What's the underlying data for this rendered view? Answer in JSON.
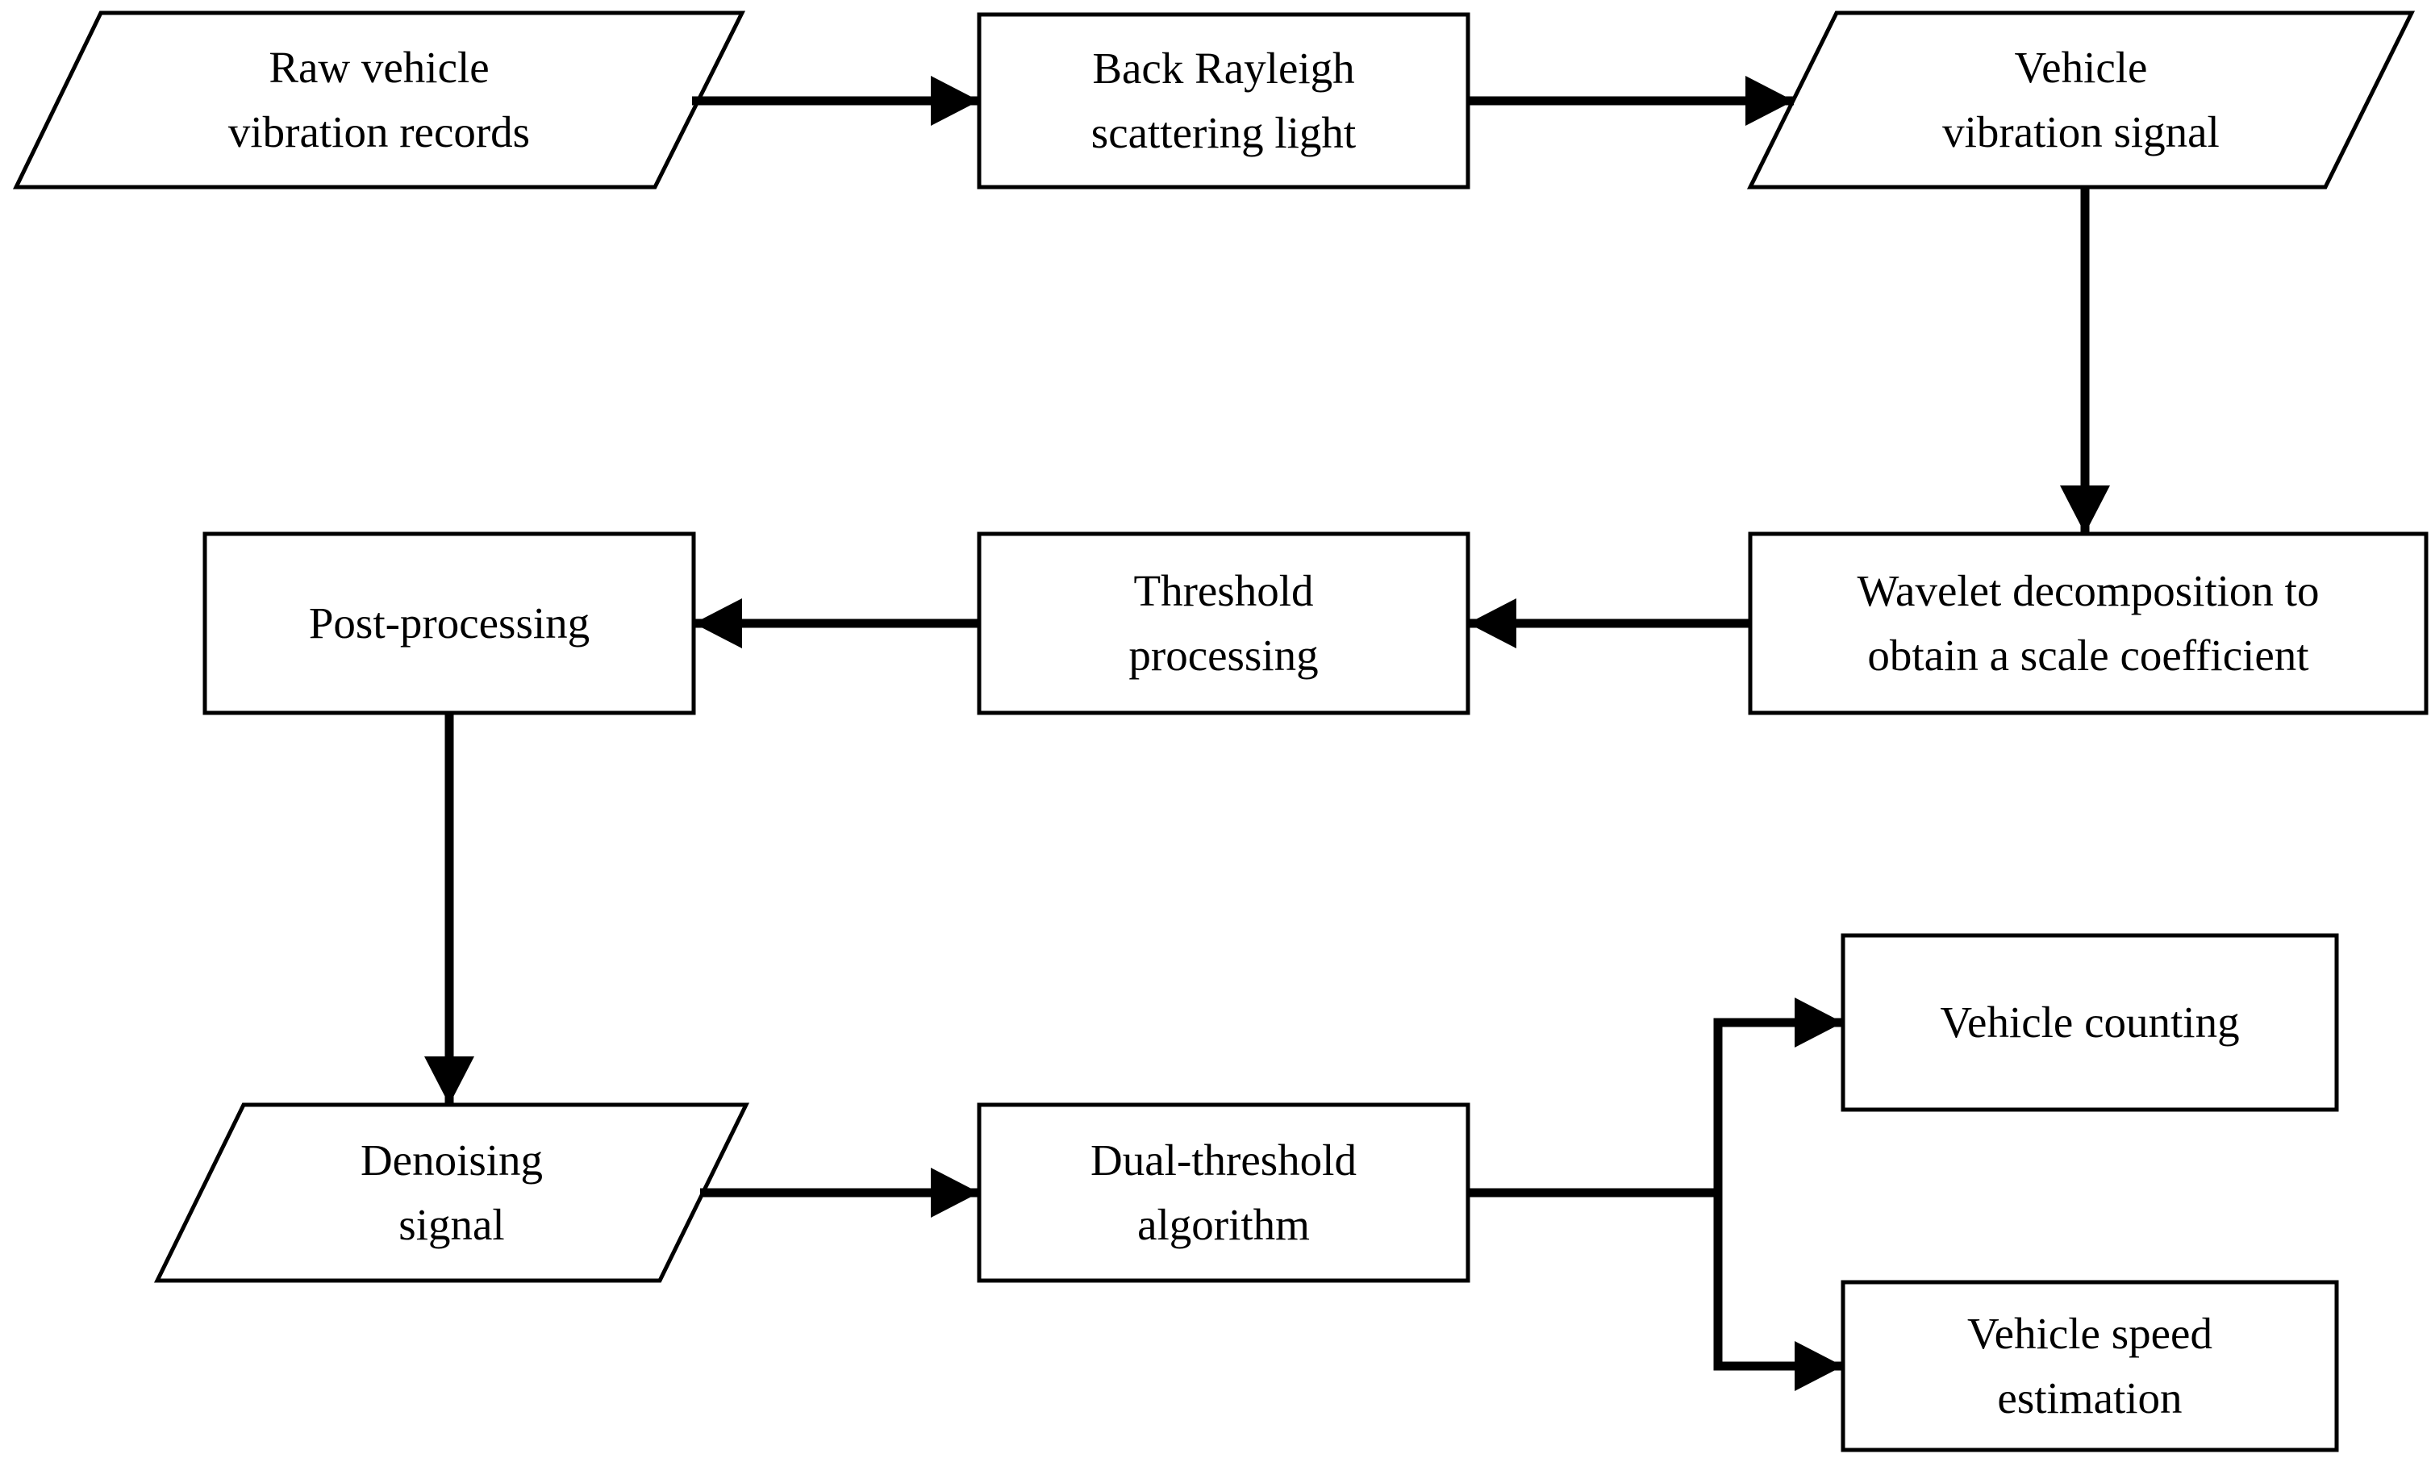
{
  "diagram": {
    "type": "flowchart",
    "colors": {
      "background": "#ffffff",
      "stroke": "#000000",
      "text": "#000000"
    },
    "nodes": {
      "raw_records": {
        "label": "Raw vehicle\nvibration records",
        "shape": "parallelogram"
      },
      "back_rayleigh": {
        "label": "Back Rayleigh\nscattering light",
        "shape": "rectangle"
      },
      "vehicle_signal": {
        "label": "Vehicle\nvibration signal",
        "shape": "parallelogram"
      },
      "wavelet": {
        "label": "Wavelet decomposition to\nobtain a scale coefficient",
        "shape": "rectangle"
      },
      "threshold": {
        "label": "Threshold\nprocessing",
        "shape": "rectangle"
      },
      "post_processing": {
        "label": "Post-processing",
        "shape": "rectangle"
      },
      "denoising": {
        "label": "Denoising\nsignal",
        "shape": "parallelogram"
      },
      "dual_threshold": {
        "label": "Dual-threshold\nalgorithm",
        "shape": "rectangle"
      },
      "vehicle_counting": {
        "label": "Vehicle counting",
        "shape": "rectangle"
      },
      "vehicle_speed": {
        "label": "Vehicle speed\nestimation",
        "shape": "rectangle"
      }
    },
    "edges": [
      {
        "from": "raw_records",
        "to": "back_rayleigh"
      },
      {
        "from": "back_rayleigh",
        "to": "vehicle_signal"
      },
      {
        "from": "vehicle_signal",
        "to": "wavelet"
      },
      {
        "from": "wavelet",
        "to": "threshold"
      },
      {
        "from": "threshold",
        "to": "post_processing"
      },
      {
        "from": "post_processing",
        "to": "denoising"
      },
      {
        "from": "denoising",
        "to": "dual_threshold"
      },
      {
        "from": "dual_threshold",
        "to": "vehicle_counting"
      },
      {
        "from": "dual_threshold",
        "to": "vehicle_speed"
      }
    ]
  }
}
